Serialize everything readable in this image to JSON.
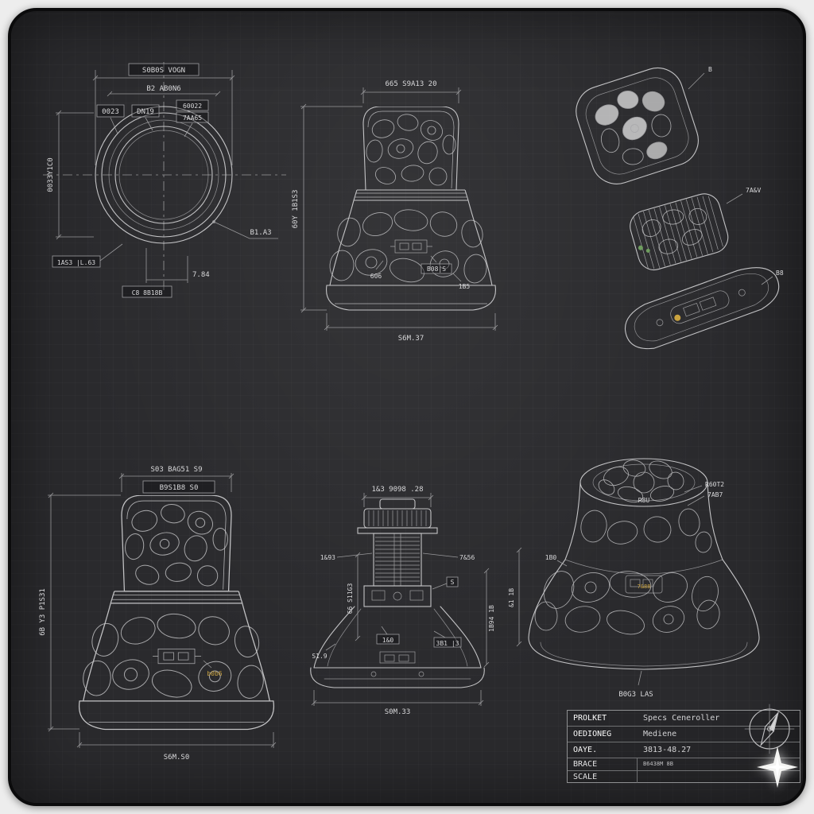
{
  "colors": {
    "mat": "#2a2a2d",
    "line": "#d4d4d6",
    "dim": "#ababad",
    "accent_yellow": "#c9a23f",
    "accent_green": "#6f9e5f"
  },
  "views": {
    "top_circle": {
      "dim_box_top": "S0B0S VOGN",
      "dim_top2": "B2 AB0N6",
      "box_a": "0023",
      "box_b": "DN19",
      "box_c": "60022",
      "box_d": "7AA65",
      "callout_right": "B1.A3",
      "vert_left": "0033Y1C0",
      "box_bottom_left": "1AS3 |L.63",
      "box_bottom": "C8 8B18B",
      "dim_bottom2": "7.84"
    },
    "front_top": {
      "dim_top": "665 S9A13 20",
      "vert_left": "60Y 1B1S3",
      "inner_a": "606",
      "inner_b": "B08|S",
      "inner_c": "1B5",
      "dim_bottom": "S6M.37"
    },
    "exploded": {
      "tag_a": "B",
      "tag_b": "7A&V",
      "tag_c": "B8"
    },
    "front_bottom": {
      "dim_top": "S03 BAG51 S9",
      "dim_box": "B9S1B8 S0",
      "vert_left": "6B Y3 P1S31",
      "inner_a": "b0b6",
      "dim_bottom": "S6M.S0"
    },
    "section": {
      "dim_top": "1&3 9098 .28",
      "callout_left": "1&93",
      "callout_right": "7&56",
      "tag_s": "S",
      "vert_left": "66 S11G3",
      "vert_right": "1B94 1B",
      "inner_a": "1&0",
      "inner_b": "S1.9",
      "inner_c": "3B1 |3",
      "dim_bottom": "S0M.33"
    },
    "perspective": {
      "callout_a": "R60T2",
      "callout_b": "7AB7",
      "inner_top": "R8U",
      "inner_left": "1B0",
      "inner_mid": "7&88",
      "vert_left": "&1 1B",
      "label_bottom": "B0G3 LAS"
    }
  },
  "title_block": {
    "rows": [
      {
        "label": "PROLKET",
        "value": "Specs Ceneroller"
      },
      {
        "label": "OEDIONEG",
        "value": "Mediene"
      },
      {
        "label": "OAYE.",
        "value": "3813-48.27"
      }
    ],
    "brace_label": "BRACE",
    "brace_value": "B6438M 8B",
    "scale_label": "SCALE",
    "scale_value": ""
  }
}
